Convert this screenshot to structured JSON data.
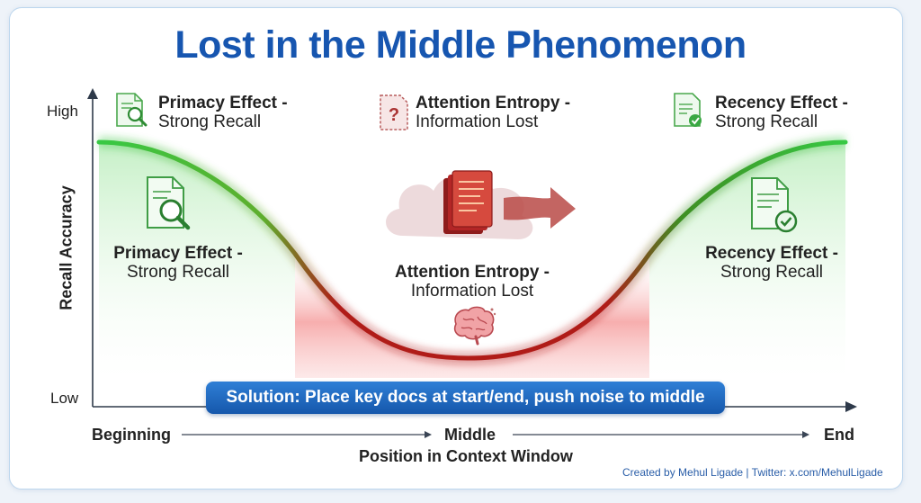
{
  "title": "Lost in the Middle Phenomenon",
  "y_axis": {
    "label": "Recall Accuracy",
    "high": "High",
    "low": "Low"
  },
  "x_axis": {
    "start": "Beginning",
    "middle": "Middle",
    "end": "End",
    "label": "Position in Context Window"
  },
  "top_labels": {
    "primacy": {
      "title": "Primacy Effect -",
      "subtitle": "Strong Recall",
      "icon": "document-magnifier-icon"
    },
    "entropy": {
      "title": "Attention Entropy -",
      "subtitle": "Information Lost",
      "icon": "document-question-icon"
    },
    "recency": {
      "title": "Recency Effect -",
      "subtitle": "Strong Recall",
      "icon": "document-check-icon"
    }
  },
  "zones": {
    "primacy": {
      "title": "Primacy Effect -",
      "subtitle": "Strong Recall",
      "icon": "document-magnifier-icon"
    },
    "entropy": {
      "title": "Attention Entropy -",
      "subtitle": "Information Lost",
      "icons": [
        "cloud-documents-icon",
        "arrow-right-icon",
        "brain-icon"
      ]
    },
    "recency": {
      "title": "Recency Effect -",
      "subtitle": "Strong Recall",
      "icon": "document-check-icon"
    }
  },
  "solution": "Solution: Place key docs at start/end, push noise to middle",
  "credit": "Created by Mehul Ligade | Twitter: x.com/MehulLigade",
  "colors": {
    "title": "#1756b0",
    "strong": "#2fbf3f",
    "lost": "#c21e1e",
    "solution": "#1f6cc4"
  }
}
